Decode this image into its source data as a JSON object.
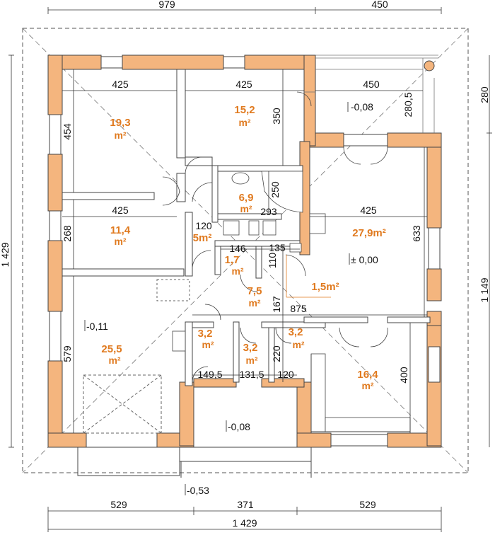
{
  "dimensions": {
    "top_left": "979",
    "top_right": "450",
    "left_total": "1 429",
    "right_top": "280",
    "right_bottom": "1 149",
    "bottom_left": "529",
    "bottom_mid": "371",
    "bottom_right": "529",
    "bottom_total": "1 429"
  },
  "inner_dims": {
    "d425a": "425",
    "d425b": "425",
    "d450": "450",
    "d280_5": "280,5",
    "d454": "454",
    "d350": "350",
    "d250": "250",
    "d293": "293",
    "d425c": "425",
    "d425d": "425",
    "d268": "268",
    "d633": "633",
    "d120a": "120",
    "d146": "146",
    "d135": "135",
    "d110": "110",
    "d167": "167",
    "d875": "875",
    "d579": "579",
    "d220": "220",
    "d400": "400",
    "d149_5": "149,5",
    "d131_5": "131,5",
    "d120b": "120"
  },
  "rooms": {
    "r1": "19,3",
    "r2": "15,2",
    "r3": "6,9",
    "r4": "11,4",
    "r5": "27,9m²",
    "r6": "5m²",
    "r7": "1,7",
    "r8": "7,5",
    "r9": "1,5m²",
    "r10": "25,5",
    "r11": "3,2",
    "r12": "3,2",
    "r13": "3,2",
    "r14": "16,4"
  },
  "unit": "m²",
  "levels": {
    "terrace": "-0,08",
    "main": "± 0,00",
    "garage": "-0,11",
    "entry": "-0,08",
    "outside": "-0,53"
  }
}
